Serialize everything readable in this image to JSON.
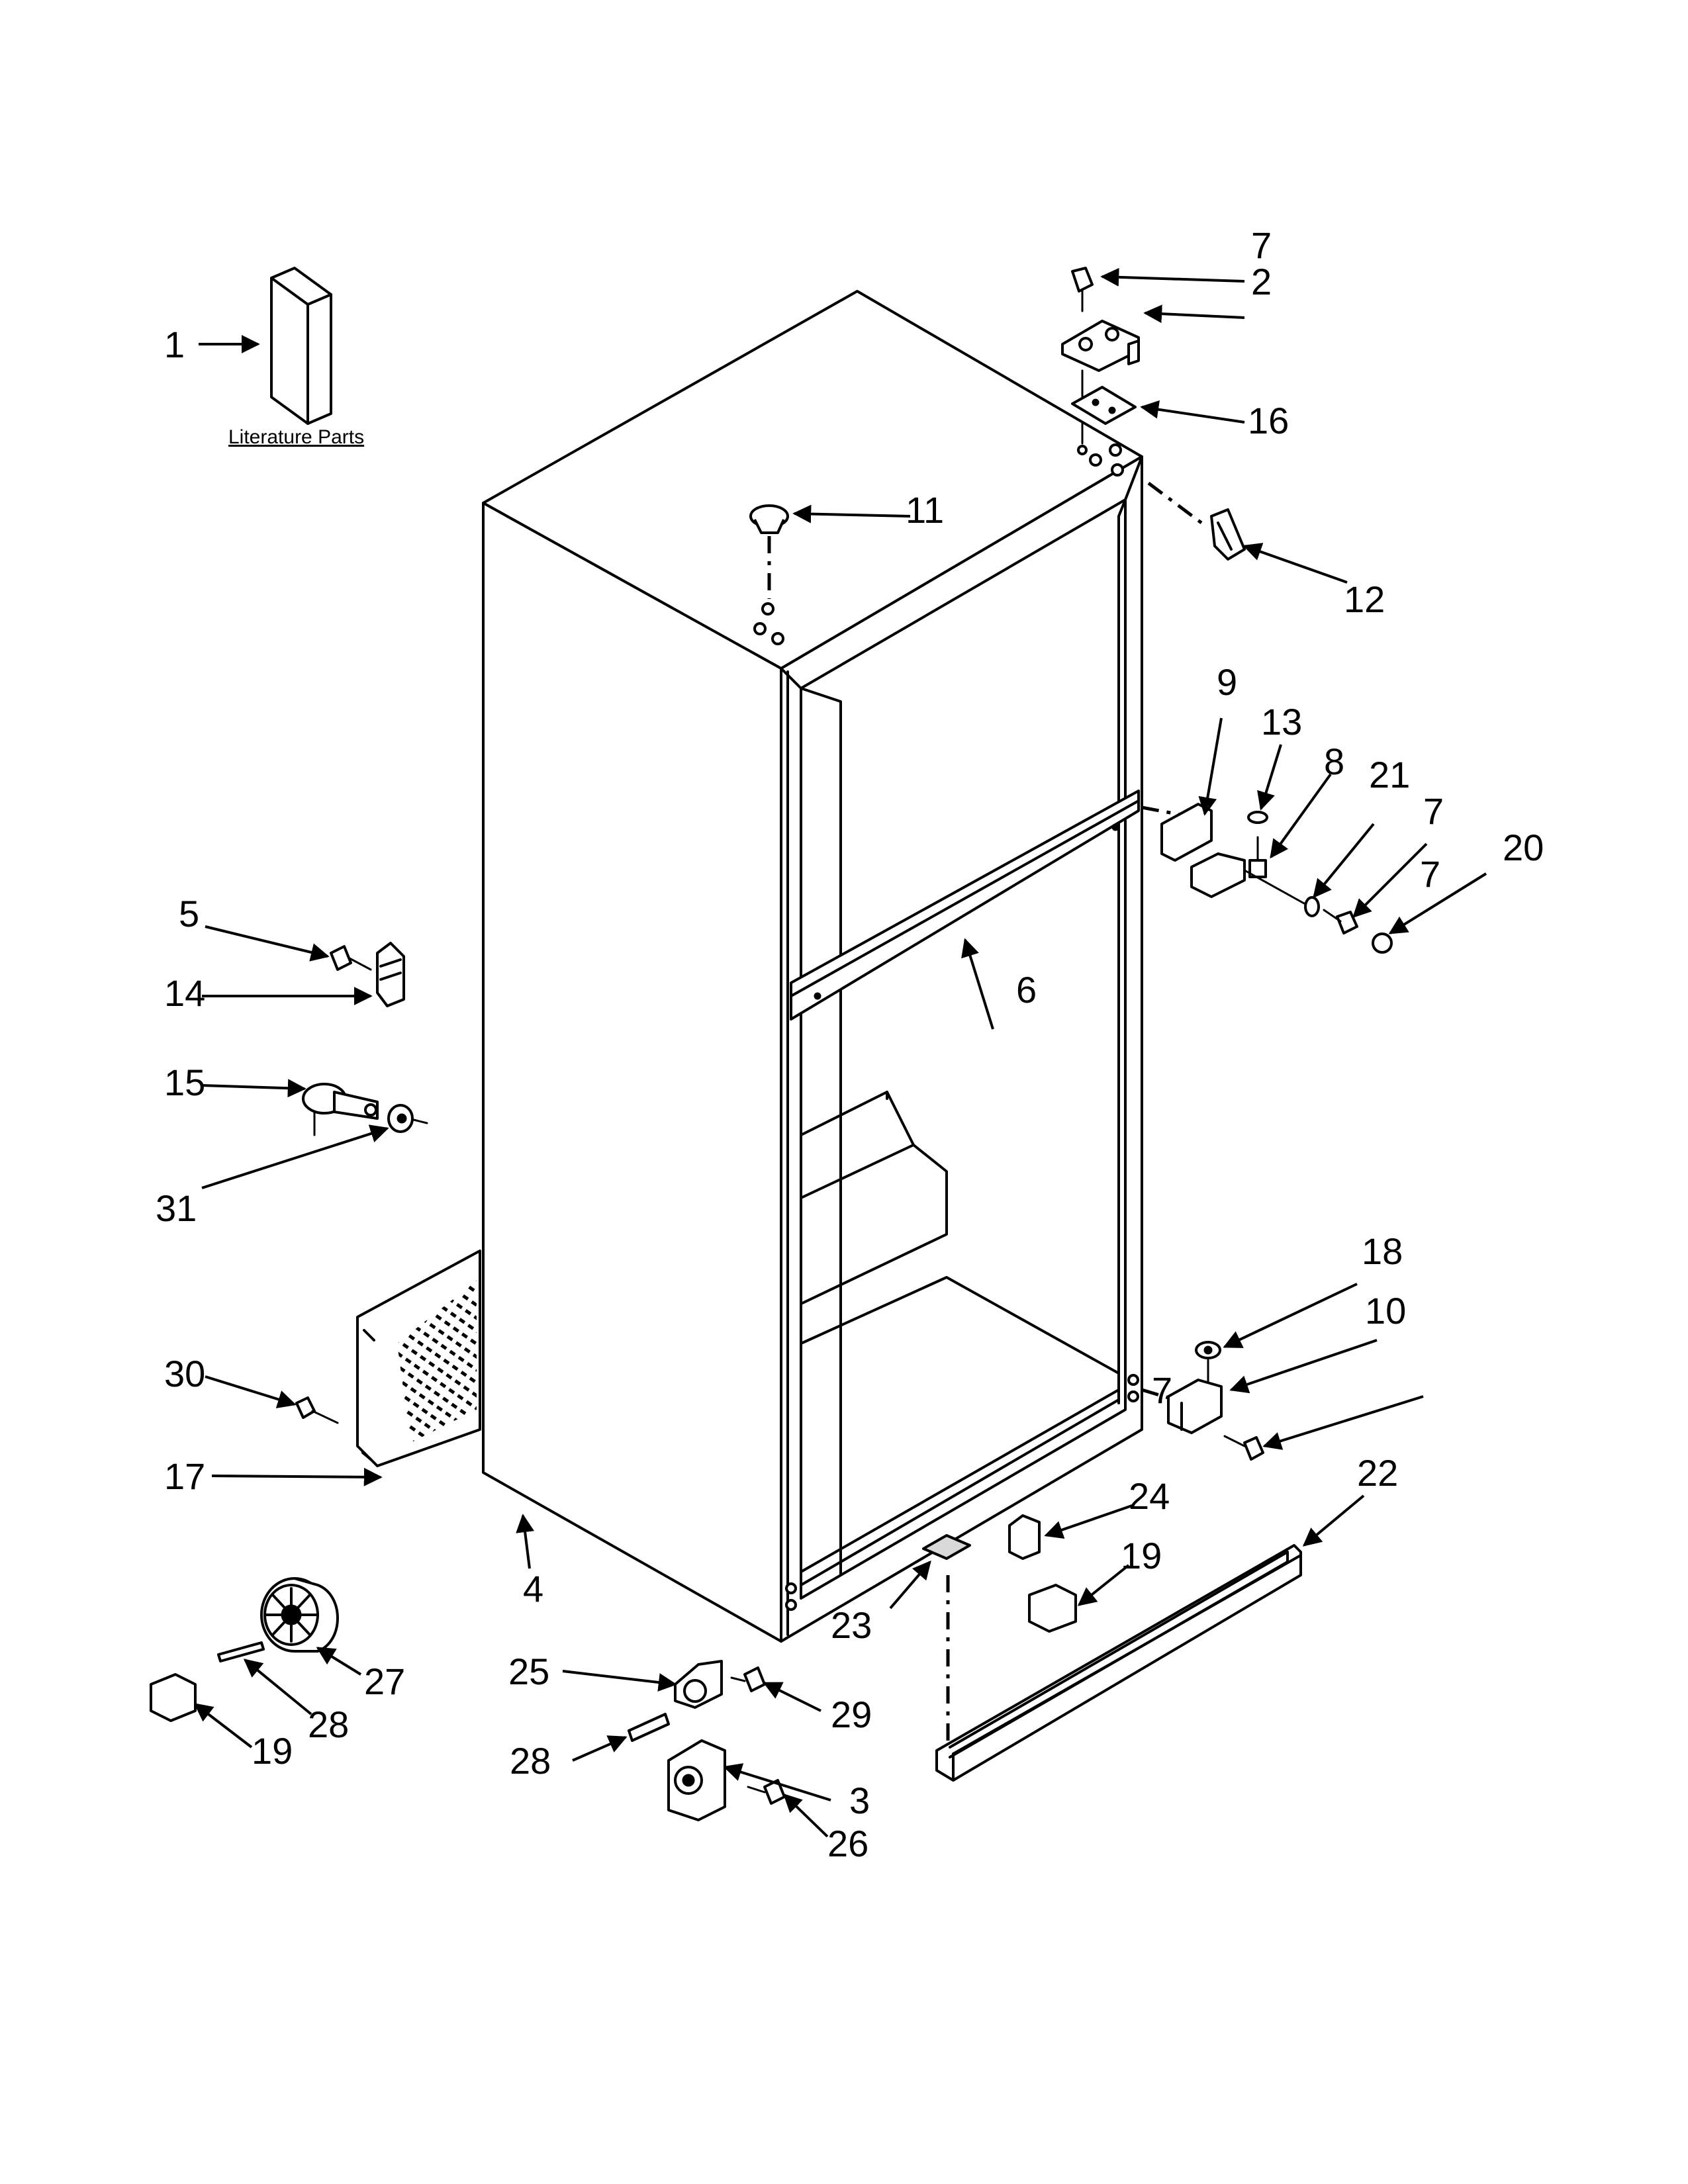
{
  "diagram": {
    "literature_label": "Literature Parts",
    "callouts": [
      "1",
      "2",
      "3",
      "4",
      "5",
      "6",
      "7",
      "7",
      "7",
      "7",
      "8",
      "9",
      "10",
      "11",
      "12",
      "13",
      "14",
      "15",
      "16",
      "17",
      "18",
      "19",
      "19",
      "20",
      "21",
      "22",
      "23",
      "24",
      "25",
      "26",
      "27",
      "28",
      "28",
      "29",
      "30",
      "31"
    ]
  }
}
